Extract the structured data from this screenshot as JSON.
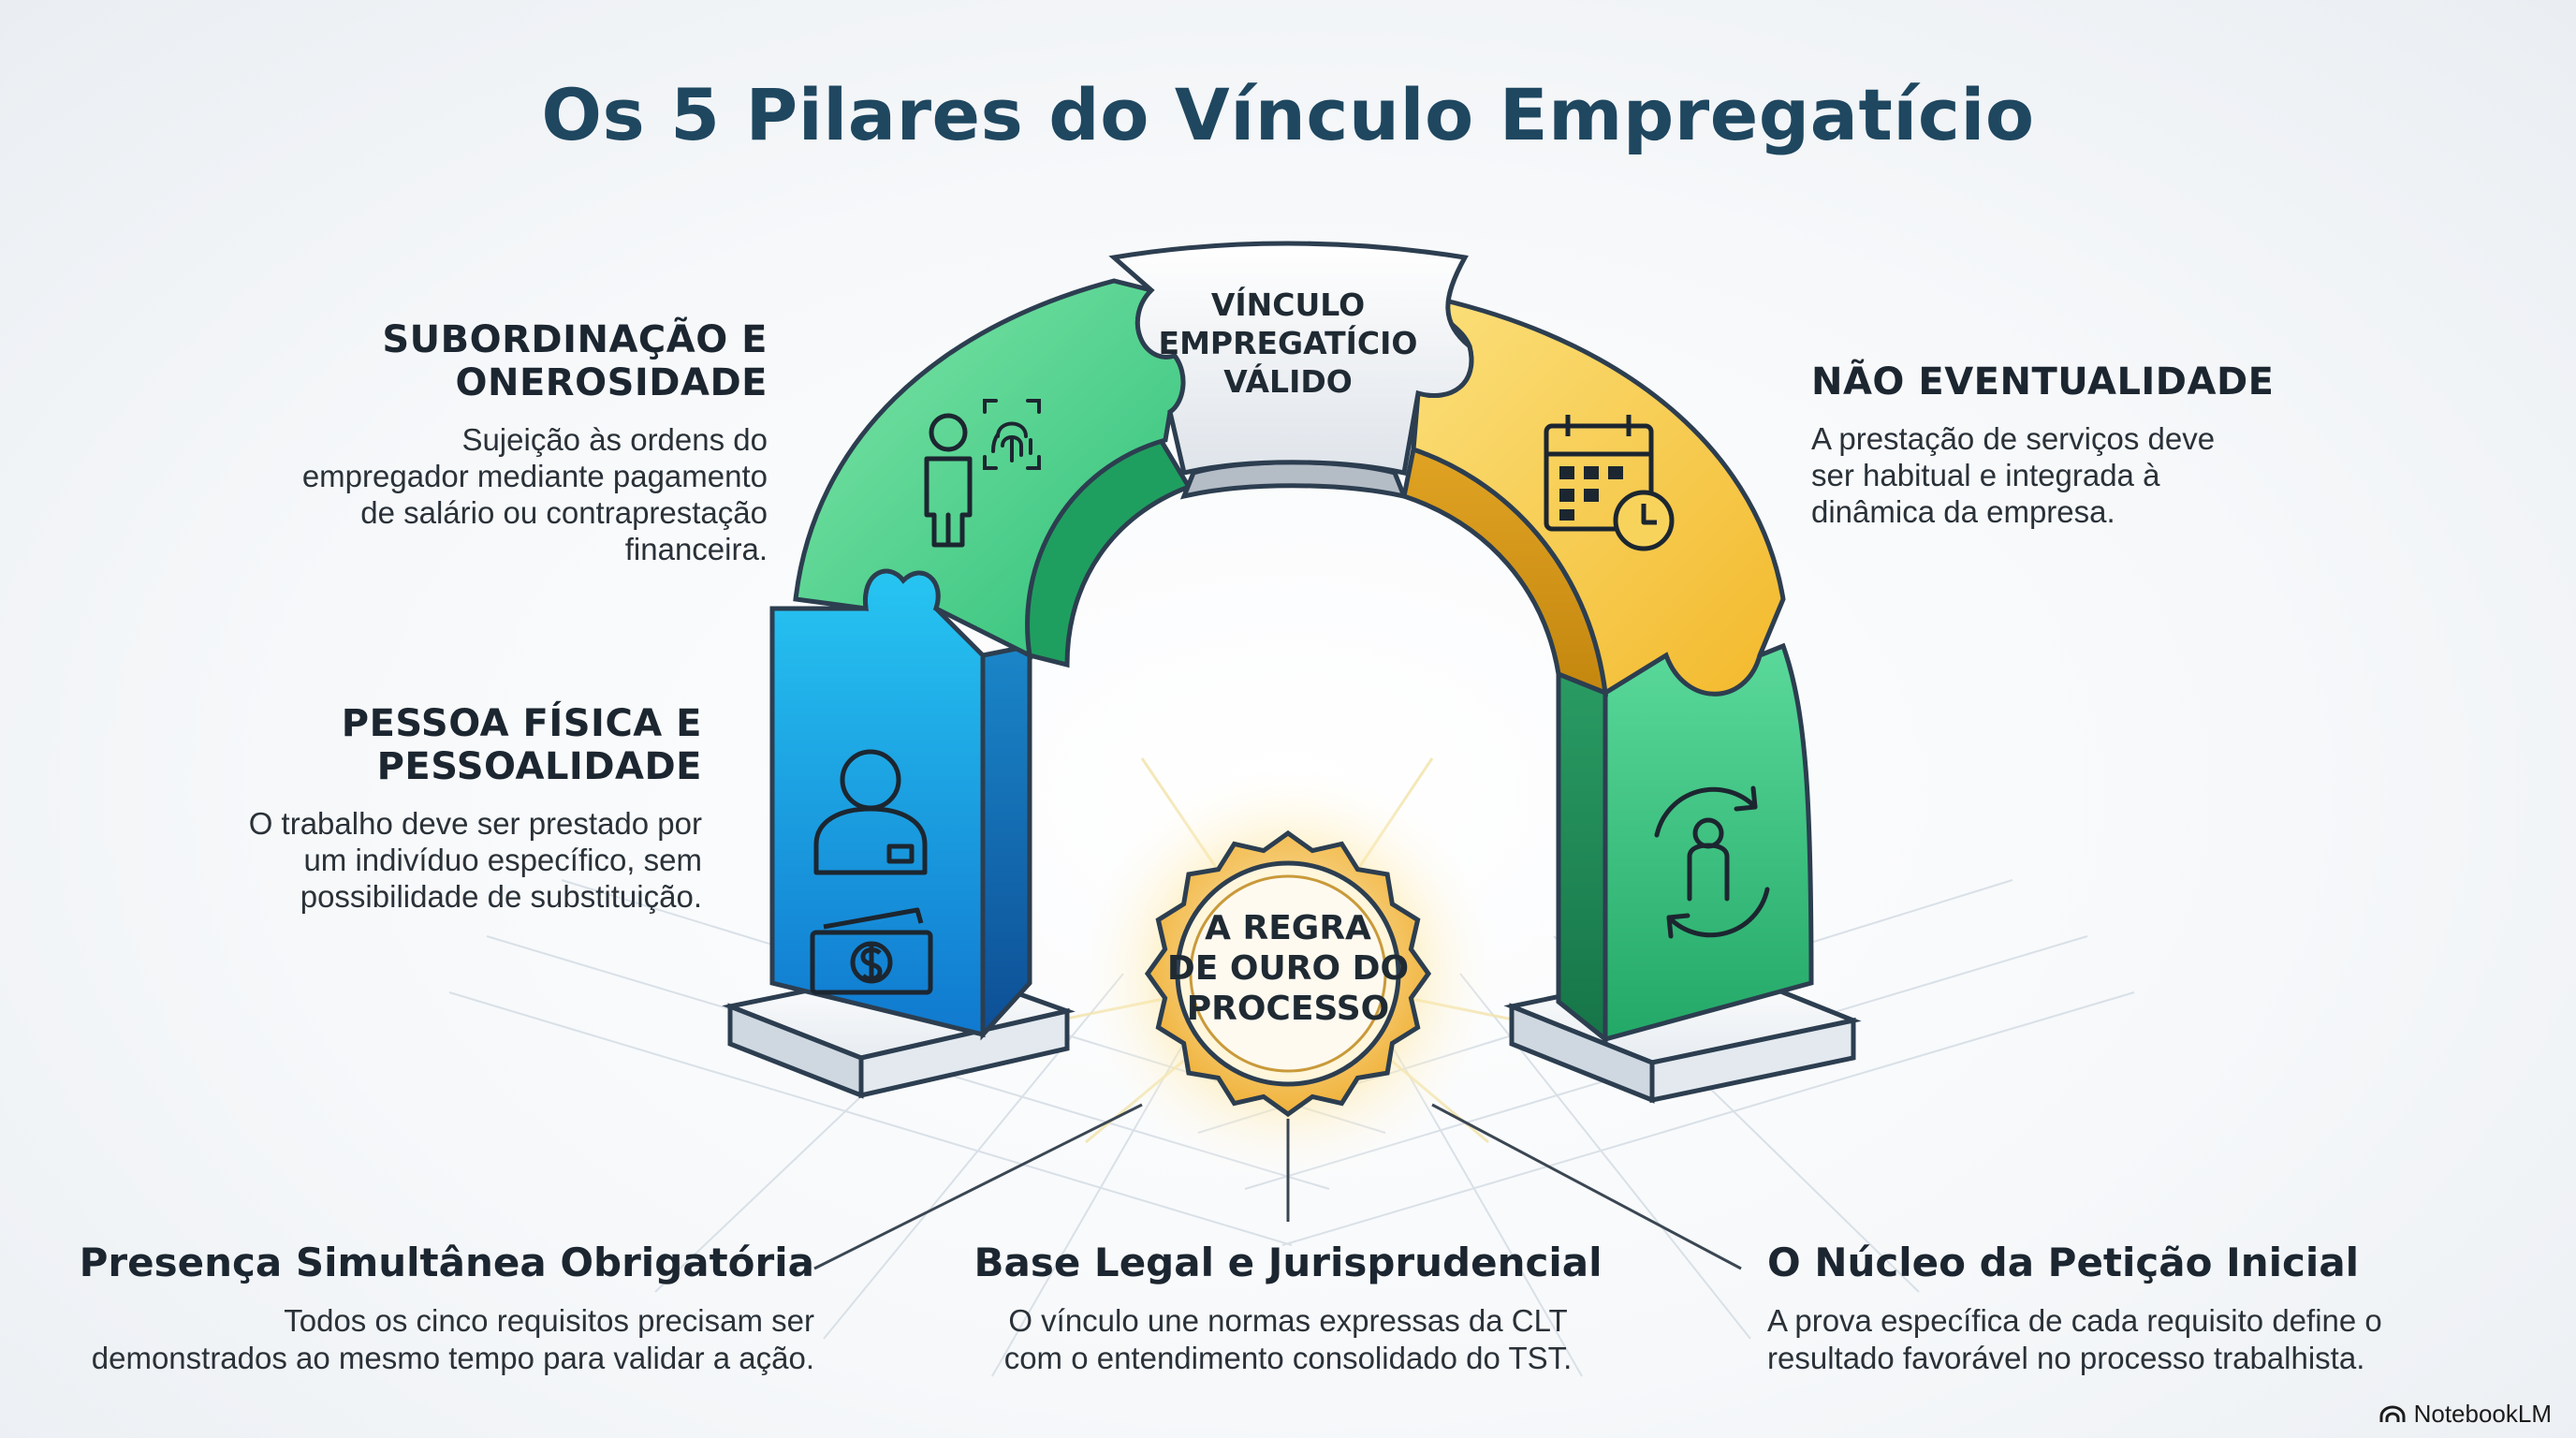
{
  "title": "Os 5 Pilares do Vínculo Empregatício",
  "keystone": {
    "line1": "VÍNCULO",
    "line2": "EMPREGATÍCIO",
    "line3": "VÁLIDO"
  },
  "seal": {
    "line1": "A REGRA",
    "line2": "DE OURO DO",
    "line3": "PROCESSO"
  },
  "pillars": {
    "subordinacao": {
      "heading_l1": "SUBORDINAÇÃO E",
      "heading_l2": "ONEROSIDADE",
      "body": [
        "Sujeição às ordens do",
        "empregador mediante pagamento",
        "de salário ou contraprestação",
        "financeira."
      ],
      "icons": [
        "person-icon",
        "fingerprint-icon"
      ]
    },
    "pessoa_fisica": {
      "heading_l1": "PESSOA FÍSICA E",
      "heading_l2": "PESSOALIDADE",
      "body": [
        "O trabalho deve ser prestado por",
        "um indivíduo específico, sem",
        "possibilidade de substituição."
      ],
      "icons": [
        "worker-badge-icon",
        "money-bills-icon"
      ]
    },
    "nao_eventualidade": {
      "heading": "NÃO EVENTUALIDADE",
      "body": [
        "A prestação de serviços deve",
        "ser habitual e integrada à",
        "dinâmica da empresa."
      ],
      "icons": [
        "calendar-clock-icon"
      ]
    },
    "fifth": {
      "icons": [
        "person-cycle-icon"
      ]
    }
  },
  "bottom": {
    "left": {
      "heading": "Presença Simultânea Obrigatória",
      "body": [
        "Todos os cinco requisitos precisam ser",
        "demonstrados ao mesmo tempo para validar a ação."
      ]
    },
    "center": {
      "heading": "Base Legal e Jurisprudencial",
      "body": [
        "O vínculo une normas expressas da CLT",
        "com o entendimento consolidado do TST."
      ]
    },
    "right": {
      "heading": "O Núcleo da Petição Inicial",
      "body": [
        "A prova específica de cada requisito define o",
        "resultado favorável no processo trabalhista."
      ]
    }
  },
  "brand": "NotebookLM",
  "colors": {
    "title": "#1f4760",
    "blue": "#1aa9e6",
    "green": "#3fcf87",
    "yellow": "#f6c63a",
    "gold": "#f0b23a"
  }
}
